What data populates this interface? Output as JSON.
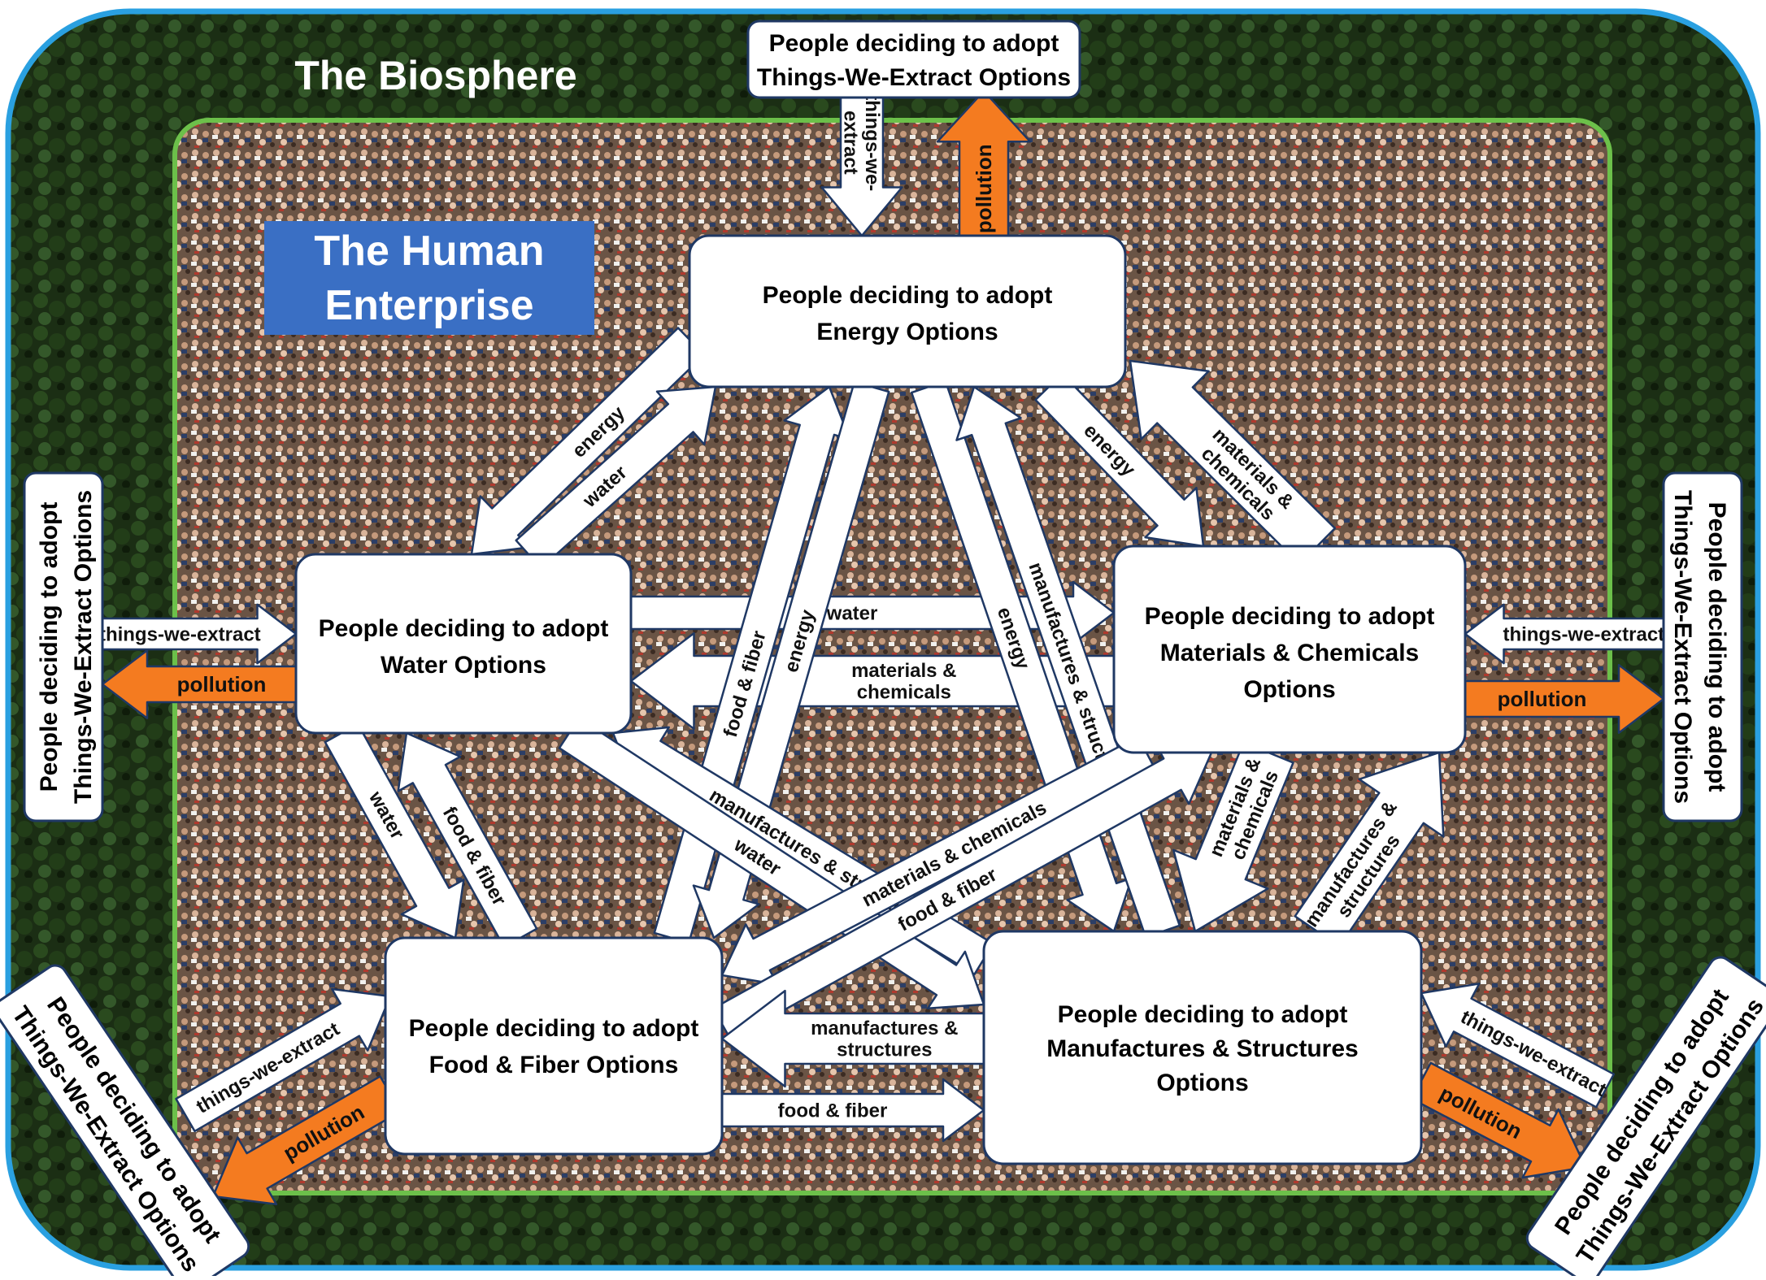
{
  "biosphere": {
    "title": "The Biosphere"
  },
  "human_enterprise": {
    "title_line1": "The Human",
    "title_line2": "Enterprise"
  },
  "colors": {
    "biosphere_border": "#2aa0e0",
    "enterprise_border": "#6cc04a",
    "title_box": "#3a6fc4",
    "pollution_arrow": "#f47b20",
    "flow_arrow_outline": "#1f3864",
    "forest_dark": "#14240f",
    "crowd": "#6b5344"
  },
  "nodes": {
    "energy": {
      "line1": "People deciding to adopt",
      "line2": "Energy Options"
    },
    "water": {
      "line1": "People deciding to adopt",
      "line2": "Water Options"
    },
    "materials": {
      "line1": "People deciding to adopt",
      "line2": "Materials & Chemicals",
      "line3": "Options"
    },
    "food": {
      "line1": "People deciding to adopt",
      "line2": "Food & Fiber Options"
    },
    "manufactures": {
      "line1": "People deciding to adopt",
      "line2": "Manufactures & Structures",
      "line3": "Options"
    }
  },
  "extract_boxes": {
    "line1": "People deciding to adopt",
    "line2": "Things-We-Extract Options"
  },
  "flow_labels": {
    "things_we_extract": "things-we-extract",
    "pollution": "pollution",
    "energy": "energy",
    "water": "water",
    "food_fiber": "food & fiber",
    "materials_chemicals": "materials & chemicals",
    "materials_line1": "materials &",
    "materials_line2": "chemicals",
    "manufactures_structures": "manufactures & structures",
    "manufactures_line1": "manufactures &",
    "manufactures_line2": "structures",
    "things_line1": "things-we-",
    "things_line2": "extract"
  }
}
